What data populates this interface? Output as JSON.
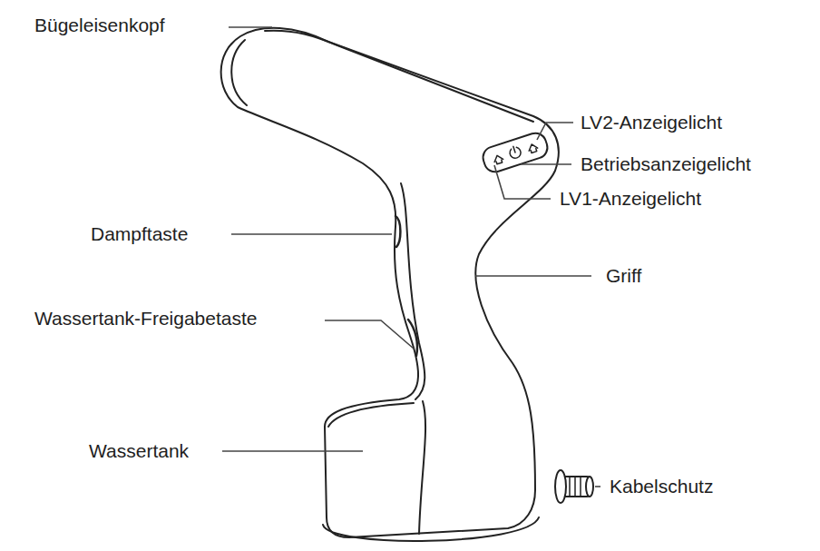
{
  "diagram": {
    "labels": [
      "Bügeleisenkopf",
      "LV2-Anzeigelicht",
      "Betriebsanzeigelicht",
      "LV1-Anzeigelicht",
      "Dampftaste",
      "Griff",
      "Wassertank-Freigabetaste",
      "Wassertank",
      "Kabelschutz"
    ]
  }
}
